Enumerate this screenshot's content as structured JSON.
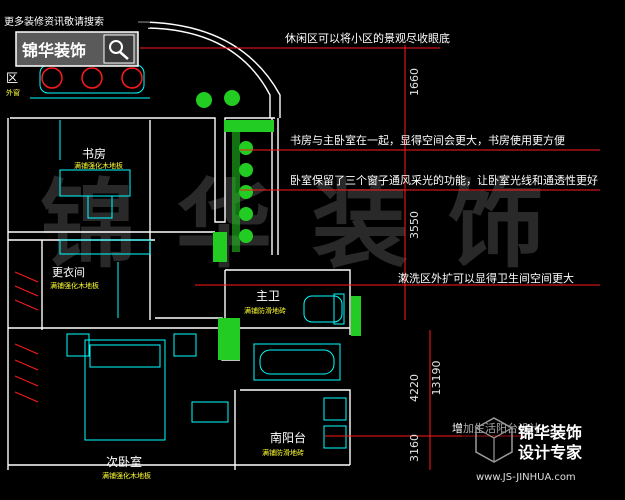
{
  "banner": {
    "top_link": "更多装修资讯敬请搜索",
    "brand_name": "锦华装饰",
    "brand_sub": "设计专家",
    "brand_url": "www.JS-JINHUA.com"
  },
  "watermark": "锦华装饰",
  "rooms": {
    "study": {
      "name": "书房",
      "floor": "满铺强化木地板"
    },
    "cloakroom": {
      "name": "更衣间",
      "floor": "满铺强化木地板"
    },
    "master_bath": {
      "name": "主卫",
      "floor": "满铺防滑地砖"
    },
    "second_bedroom": {
      "name": "次卧室",
      "floor": "满铺强化木地板"
    },
    "south_balcony": {
      "name": "南阳台",
      "floor": "满铺防滑地砖"
    },
    "left_area": {
      "name": "区",
      "sub": "外窗"
    }
  },
  "annotations": [
    "休闲区可以将小区的景观尽收眼底",
    "书房与主卧室在一起，显得空间会更大，书房使用更方便",
    "卧室保留了三个窗子通风采光的功能，让卧室光线和通透性更好",
    "漱洗区外扩可以显得卫生间空间更大",
    "增加生活阳台设计"
  ],
  "dimensions": [
    "1660",
    "3550",
    "4220",
    "13190",
    "3160"
  ],
  "colors": {
    "background": "#000000",
    "walls": "#ffffff",
    "fixtures": "#00ffff",
    "annotation_text": "#ffffff",
    "annotation_line": "#ff1a1a",
    "room_label": "#ffffff",
    "floor_label": "#ffff33",
    "plants": "#22cc22",
    "brand_bg": "#5a5a5a"
  },
  "icons": [
    "search-icon",
    "plant-icon",
    "sofa-icon",
    "toilet-icon",
    "bathtub-icon",
    "bed-icon"
  ]
}
